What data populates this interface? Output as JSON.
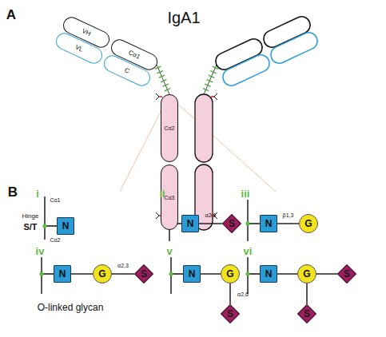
{
  "diagram": {
    "title": "IgA1",
    "nodes": [
      {
        "text": [
          "VH"
        ]
      },
      {
        "text": [
          "VL"
        ]
      },
      {
        "text": [
          "Cα1"
        ]
      },
      {
        "text": [
          "C"
        ]
      },
      {
        "text": [
          "Cα2"
        ]
      },
      {
        "text": [
          "Cα3"
        ]
      },
      {
        "text": [
          "N"
        ]
      },
      {
        "text": [
          "N"
        ]
      },
      {
        "text": [
          "S"
        ]
      },
      {
        "text": [
          "N"
        ]
      },
      {
        "text": [
          "G"
        ]
      },
      {
        "text": [
          "N"
        ]
      },
      {
        "text": [
          "G"
        ]
      },
      {
        "text": [
          "S"
        ]
      },
      {
        "text": [
          "N"
        ]
      },
      {
        "text": [
          "G"
        ]
      },
      {
        "text": [
          "S"
        ]
      },
      {
        "text": [
          "N"
        ]
      },
      {
        "text": [
          "G"
        ]
      },
      {
        "text": [
          "S"
        ]
      },
      {
        "text": [
          "S"
        ]
      }
    ],
    "edges": [
      {
        "from": 7,
        "to": 8,
        "arrow": "none",
        "label": "α2,6"
      },
      {
        "from": 9,
        "to": 10,
        "arrow": "none",
        "label": "β1,3"
      },
      {
        "from": 11,
        "to": 12,
        "arrow": "none"
      },
      {
        "from": 12,
        "to": 13,
        "arrow": "none",
        "label": "α2,3"
      },
      {
        "from": 14,
        "to": 15,
        "arrow": "none"
      },
      {
        "from": 15,
        "to": 16,
        "arrow": "none",
        "label": "α2,6"
      },
      {
        "from": 17,
        "to": 18,
        "arrow": "none"
      },
      {
        "from": 18,
        "to": 19,
        "arrow": "none"
      },
      {
        "from": 18,
        "to": 20,
        "arrow": "none"
      }
    ],
    "labels": [
      "A",
      "B",
      "i",
      "ii",
      "iii",
      "iv",
      "v",
      "vi",
      "Cα1",
      "Hinge",
      "S/T",
      "Cα2",
      "O-linked glycan"
    ]
  }
}
